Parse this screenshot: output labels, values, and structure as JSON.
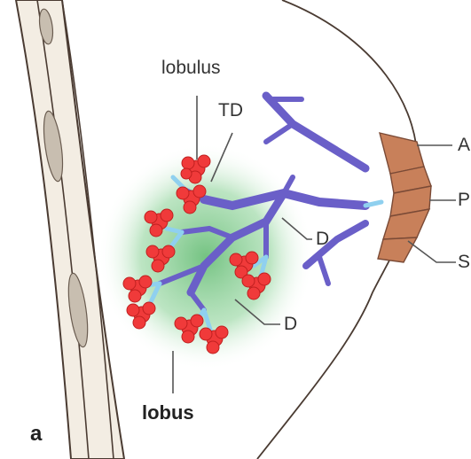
{
  "panel_letter": "a",
  "labels": {
    "lobulus": "lobulus",
    "td": "TD",
    "d_upper": "D",
    "d_lower": "D",
    "lobus": "lobus",
    "a": "A",
    "p": "P",
    "s": "S"
  },
  "colors": {
    "duct": "#6a5fc8",
    "terminal_duct": "#8fd0ef",
    "acini": "#f03a3a",
    "lobus_halo": "#7cc58a",
    "nipple": "#c8805a",
    "skin_vessel": "#f1ebe0",
    "outline": "#4a3b32"
  }
}
